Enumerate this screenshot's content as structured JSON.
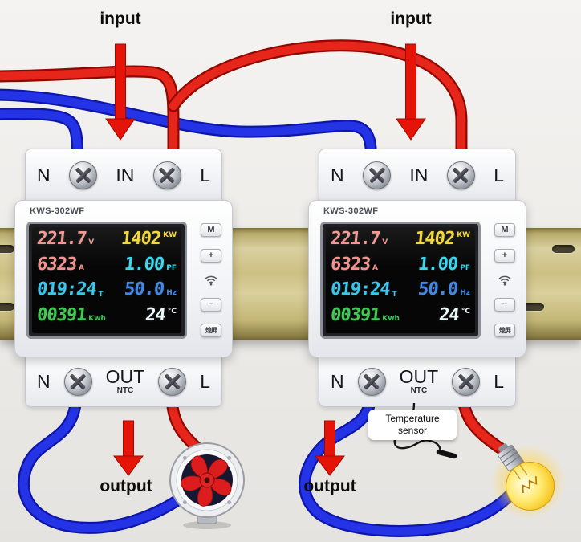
{
  "scene": {
    "input_left": "input",
    "input_right": "input",
    "output_left": "output",
    "output_right": "output",
    "sensor_tag_line1": "Temperature",
    "sensor_tag_line2": "sensor"
  },
  "device": {
    "model": "KWS-302WF",
    "top_terminals": {
      "left": "N",
      "center": "IN",
      "right": "L"
    },
    "bottom_terminals": {
      "left": "N",
      "center": "OUT",
      "right": "L",
      "sub": "NTC"
    },
    "buttons": {
      "m": "M",
      "plus": "+",
      "minus": "−",
      "screen_off": "熄屏"
    },
    "display": {
      "voltage": "221.7",
      "voltage_unit": "V",
      "power": "1402",
      "power_unit": "KW",
      "current": "6323",
      "current_unit": "A",
      "power_factor": "1.00",
      "power_factor_unit": "PF",
      "runtime": "019:24",
      "runtime_unit": "T",
      "frequency": "50.0",
      "frequency_unit": "Hz",
      "energy": "00391",
      "energy_unit": "Kwh",
      "temperature": "24",
      "temperature_unit": "°C"
    }
  },
  "icons": {
    "wifi": "wifi-icon",
    "screw": "phillips-screw-icon",
    "fan": "exhaust-fan-icon",
    "bulb": "light-bulb-icon"
  },
  "colors": {
    "wire_red": "#e6261a",
    "wire_blue": "#2433e6",
    "arrow_red": "#e51408",
    "rail_gold": "#cdc083",
    "seg_salmon": "#f2928e",
    "seg_yellow": "#f2d62e",
    "seg_cyan": "#3bd8ee",
    "seg_blue": "#4188ea",
    "seg_green": "#3ecb52",
    "seg_white": "#ecf7f8"
  }
}
